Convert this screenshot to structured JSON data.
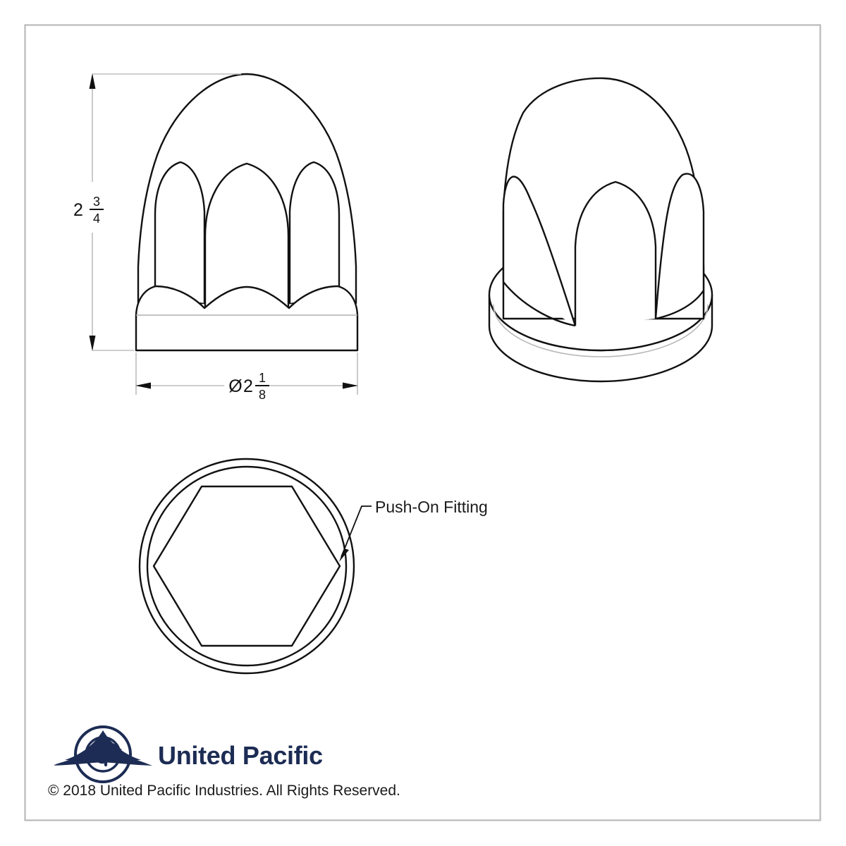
{
  "sheet": {
    "background_color": "#ffffff",
    "border_color": "#b8b8b8",
    "line_color": "#111111",
    "thin_line_color": "#9a9a9a"
  },
  "dimensions": {
    "height": {
      "whole": "2",
      "numerator": "3",
      "denominator": "4",
      "full_text": "2 3/4",
      "orientation": "vertical"
    },
    "diameter": {
      "symbol": "Ø",
      "whole": "2",
      "numerator": "1",
      "denominator": "8",
      "full_text": "Ø2 1/8",
      "orientation": "horizontal"
    }
  },
  "annotations": {
    "push_on_fitting": "Push-On Fitting"
  },
  "views": {
    "front": "front-elevation-view",
    "isometric": "isometric-view",
    "bottom": "bottom-plan-view"
  },
  "footer": {
    "brand_name": "United Pacific",
    "brand_color": "#1c2c54",
    "copyright": "© 2018 United Pacific Industries. All Rights Reserved.",
    "logo_name": "united-pacific-logo"
  }
}
